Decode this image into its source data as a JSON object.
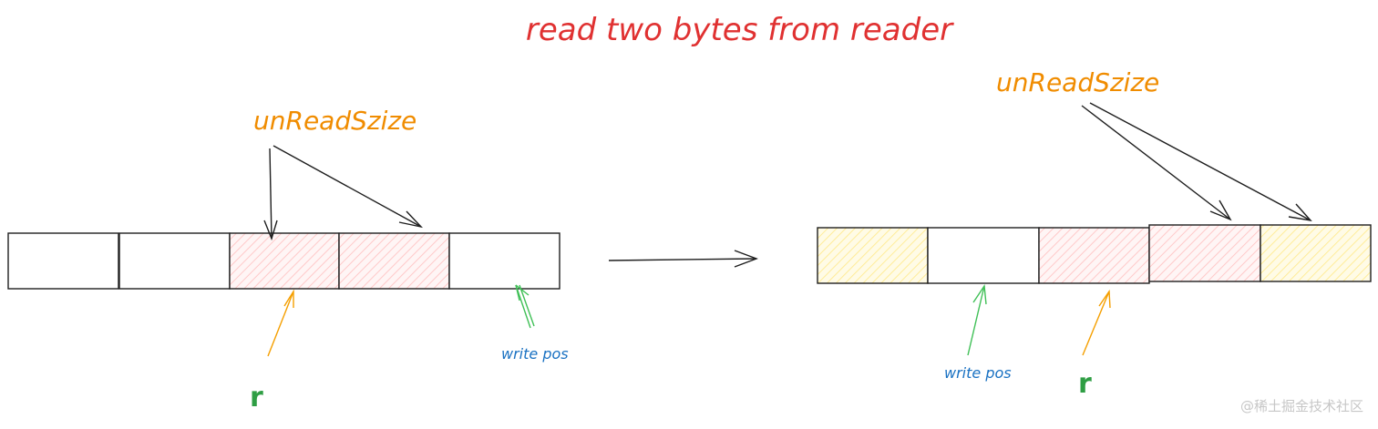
{
  "title": "read two bytes from reader",
  "left": {
    "unread_label": "unReadSzize",
    "write_pos_label": "write pos",
    "reader_label": "r"
  },
  "right": {
    "unread_label": "unReadSzize",
    "write_pos_label": "write pos",
    "reader_label": "r"
  },
  "watermark": "@稀土掘金技术社区",
  "colors": {
    "title": "#e03131",
    "unread": "#f08c00",
    "reader_arrow": "#f59f00",
    "reader_label": "#2f9e44",
    "write_pos_arrow": "#40c057",
    "write_pos_label": "#1971c2",
    "unread_fill": "#ffc9c9",
    "pending_fill": "#ffec99",
    "stroke": "#1e1e1e",
    "watermark": "#c7c7c7"
  }
}
